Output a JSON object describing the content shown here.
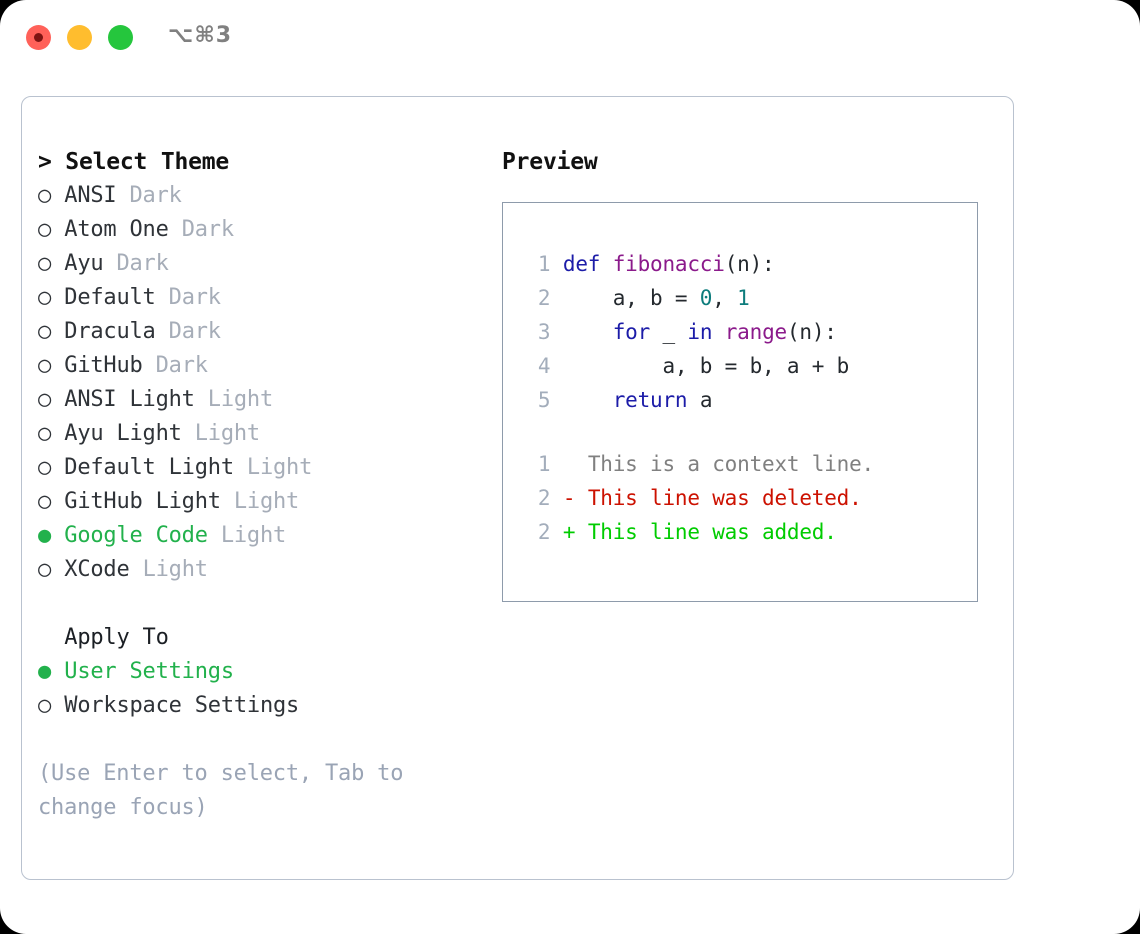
{
  "titlebar": {
    "shortcut": "⌥⌘3",
    "lights": [
      {
        "name": "close",
        "color": "#ff6159"
      },
      {
        "name": "minimize",
        "color": "#ffbd2e"
      },
      {
        "name": "maximize",
        "color": "#25c63d"
      }
    ]
  },
  "colors": {
    "accent_green": "#22b14c",
    "muted": "#a6adb8",
    "hint": "#9aa4b5",
    "panel_border": "#b9c2cf",
    "preview_border": "#8e9bab",
    "line_number": "#a3adbb",
    "keyword": "#1c1ca8",
    "function": "#8b1a8b",
    "number": "#0d7c7c",
    "diff_context": "#808080",
    "diff_deleted": "#cc1100",
    "diff_added": "#00cc00"
  },
  "theme_list": {
    "header": "> Select Theme",
    "items": [
      {
        "marker": "○",
        "label": "ANSI",
        "category": "Dark",
        "selected": false
      },
      {
        "marker": "○",
        "label": "Atom One",
        "category": "Dark",
        "selected": false
      },
      {
        "marker": "○",
        "label": "Ayu",
        "category": "Dark",
        "selected": false
      },
      {
        "marker": "○",
        "label": "Default",
        "category": "Dark",
        "selected": false
      },
      {
        "marker": "○",
        "label": "Dracula",
        "category": "Dark",
        "selected": false
      },
      {
        "marker": "○",
        "label": "GitHub",
        "category": "Dark",
        "selected": false
      },
      {
        "marker": "○",
        "label": "ANSI Light",
        "category": "Light",
        "selected": false
      },
      {
        "marker": "○",
        "label": "Ayu Light",
        "category": "Light",
        "selected": false
      },
      {
        "marker": "○",
        "label": "Default Light",
        "category": "Light",
        "selected": false
      },
      {
        "marker": "○",
        "label": "GitHub Light",
        "category": "Light",
        "selected": false
      },
      {
        "marker": "●",
        "label": "Google Code",
        "category": "Light",
        "selected": true
      },
      {
        "marker": "○",
        "label": "XCode",
        "category": "Light",
        "selected": false
      }
    ]
  },
  "apply_to": {
    "header": "Apply To",
    "items": [
      {
        "marker": "●",
        "label": "User Settings",
        "selected": true
      },
      {
        "marker": "○",
        "label": "Workspace Settings",
        "selected": false
      }
    ]
  },
  "hint": "(Use Enter to select, Tab to change focus)",
  "preview": {
    "title": "Preview",
    "code_lines": [
      {
        "number": "1",
        "tokens": [
          {
            "text": "def ",
            "type": "keyword"
          },
          {
            "text": "fibonacci",
            "type": "function"
          },
          {
            "text": "(n):",
            "type": "text"
          }
        ]
      },
      {
        "number": "2",
        "tokens": [
          {
            "text": "    a, b = ",
            "type": "text"
          },
          {
            "text": "0",
            "type": "number"
          },
          {
            "text": ", ",
            "type": "text"
          },
          {
            "text": "1",
            "type": "number"
          }
        ]
      },
      {
        "number": "3",
        "tokens": [
          {
            "text": "    ",
            "type": "text"
          },
          {
            "text": "for",
            "type": "keyword"
          },
          {
            "text": " _ ",
            "type": "text"
          },
          {
            "text": "in",
            "type": "keyword"
          },
          {
            "text": " ",
            "type": "text"
          },
          {
            "text": "range",
            "type": "function"
          },
          {
            "text": "(n):",
            "type": "text"
          }
        ]
      },
      {
        "number": "4",
        "tokens": [
          {
            "text": "        a, b = b, a + b",
            "type": "text"
          }
        ]
      },
      {
        "number": "5",
        "tokens": [
          {
            "text": "    ",
            "type": "text"
          },
          {
            "text": "return",
            "type": "keyword"
          },
          {
            "text": " a",
            "type": "text"
          }
        ]
      }
    ],
    "diff_lines": [
      {
        "number": "1",
        "sign": "  ",
        "text": "This is a context line.",
        "kind": "context"
      },
      {
        "number": "2",
        "sign": "- ",
        "text": "This line was deleted.",
        "kind": "deleted"
      },
      {
        "number": "2",
        "sign": "+ ",
        "text": "This line was added.",
        "kind": "added"
      }
    ]
  }
}
